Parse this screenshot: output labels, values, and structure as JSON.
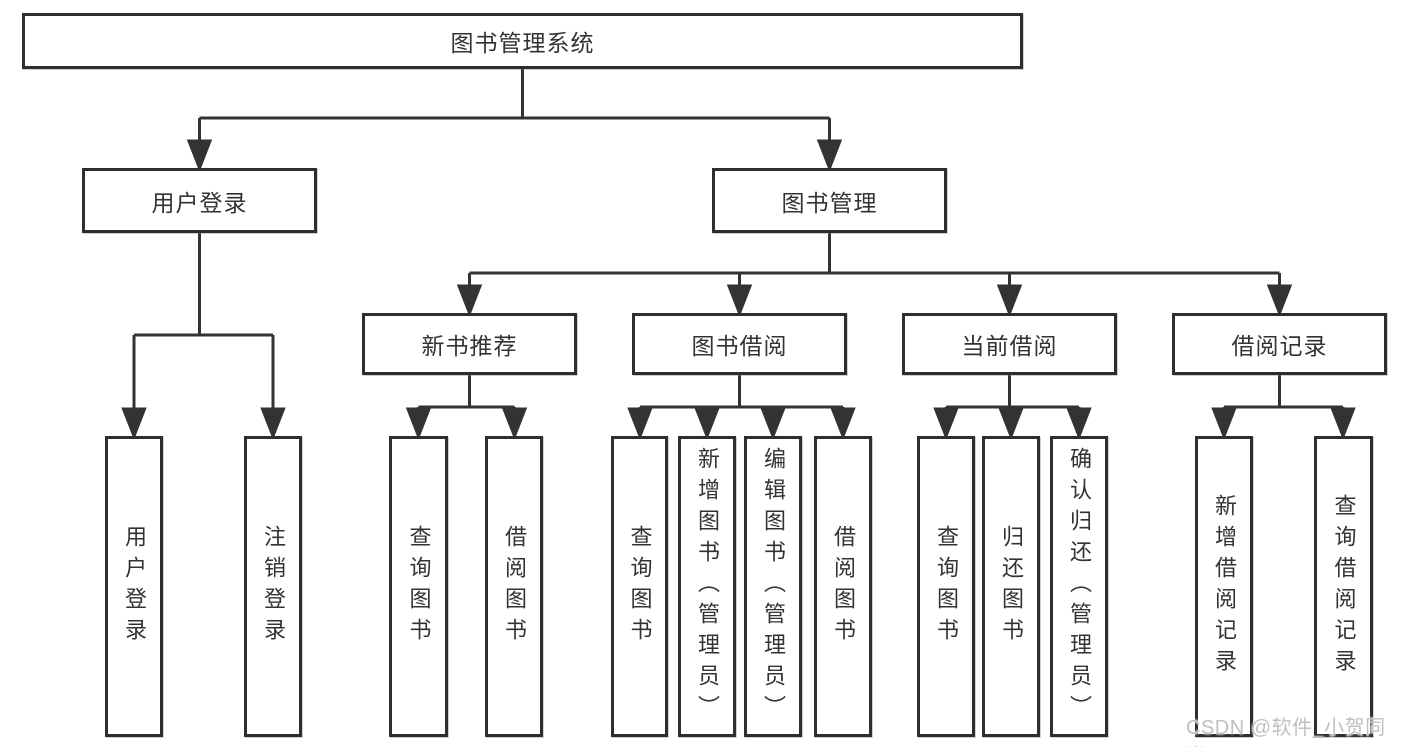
{
  "title": "图书管理系统",
  "watermark": "CSDN @软件_小贺同学",
  "colors": {
    "line": "#333333",
    "box_border": "#2e2e2e",
    "box_fill": "#ffffff",
    "text": "#333333",
    "watermark_text": "#c0c0c0",
    "background": "#ffffff"
  },
  "nodes": [
    {
      "id": "root",
      "label": "图书管理系统",
      "parent": null
    },
    {
      "id": "user-login",
      "label": "用户登录",
      "parent": "root"
    },
    {
      "id": "book-management",
      "label": "图书管理",
      "parent": "root"
    },
    {
      "id": "new-book-recommend",
      "label": "新书推荐",
      "parent": "book-management"
    },
    {
      "id": "book-borrowing",
      "label": "图书借阅",
      "parent": "book-management"
    },
    {
      "id": "current-borrowing",
      "label": "当前借阅",
      "parent": "book-management"
    },
    {
      "id": "borrowing-records",
      "label": "借阅记录",
      "parent": "book-management"
    },
    {
      "id": "user-login-action",
      "label": "用户登录",
      "parent": "user-login"
    },
    {
      "id": "logout-action",
      "label": "注销登录",
      "parent": "user-login"
    },
    {
      "id": "query-books-recommend",
      "label": "查询图书",
      "parent": "new-book-recommend"
    },
    {
      "id": "borrow-books-recommend",
      "label": "借阅图书",
      "parent": "new-book-recommend"
    },
    {
      "id": "query-books-borrowing",
      "label": "查询图书",
      "parent": "book-borrowing"
    },
    {
      "id": "add-books-admin",
      "label": "新增图书（管理员）",
      "parent": "book-borrowing"
    },
    {
      "id": "edit-books-admin",
      "label": "编辑图书（管理员）",
      "parent": "book-borrowing"
    },
    {
      "id": "borrow-books-borrowing",
      "label": "借阅图书",
      "parent": "book-borrowing"
    },
    {
      "id": "query-books-current",
      "label": "查询图书",
      "parent": "current-borrowing"
    },
    {
      "id": "return-books",
      "label": "归还图书",
      "parent": "current-borrowing"
    },
    {
      "id": "confirm-return-admin",
      "label": "确认归还（管理员）",
      "parent": "current-borrowing"
    },
    {
      "id": "add-borrowing-record",
      "label": "新增借阅记录",
      "parent": "borrowing-records"
    },
    {
      "id": "query-borrowing-record",
      "label": "查询借阅记录",
      "parent": "borrowing-records"
    }
  ]
}
